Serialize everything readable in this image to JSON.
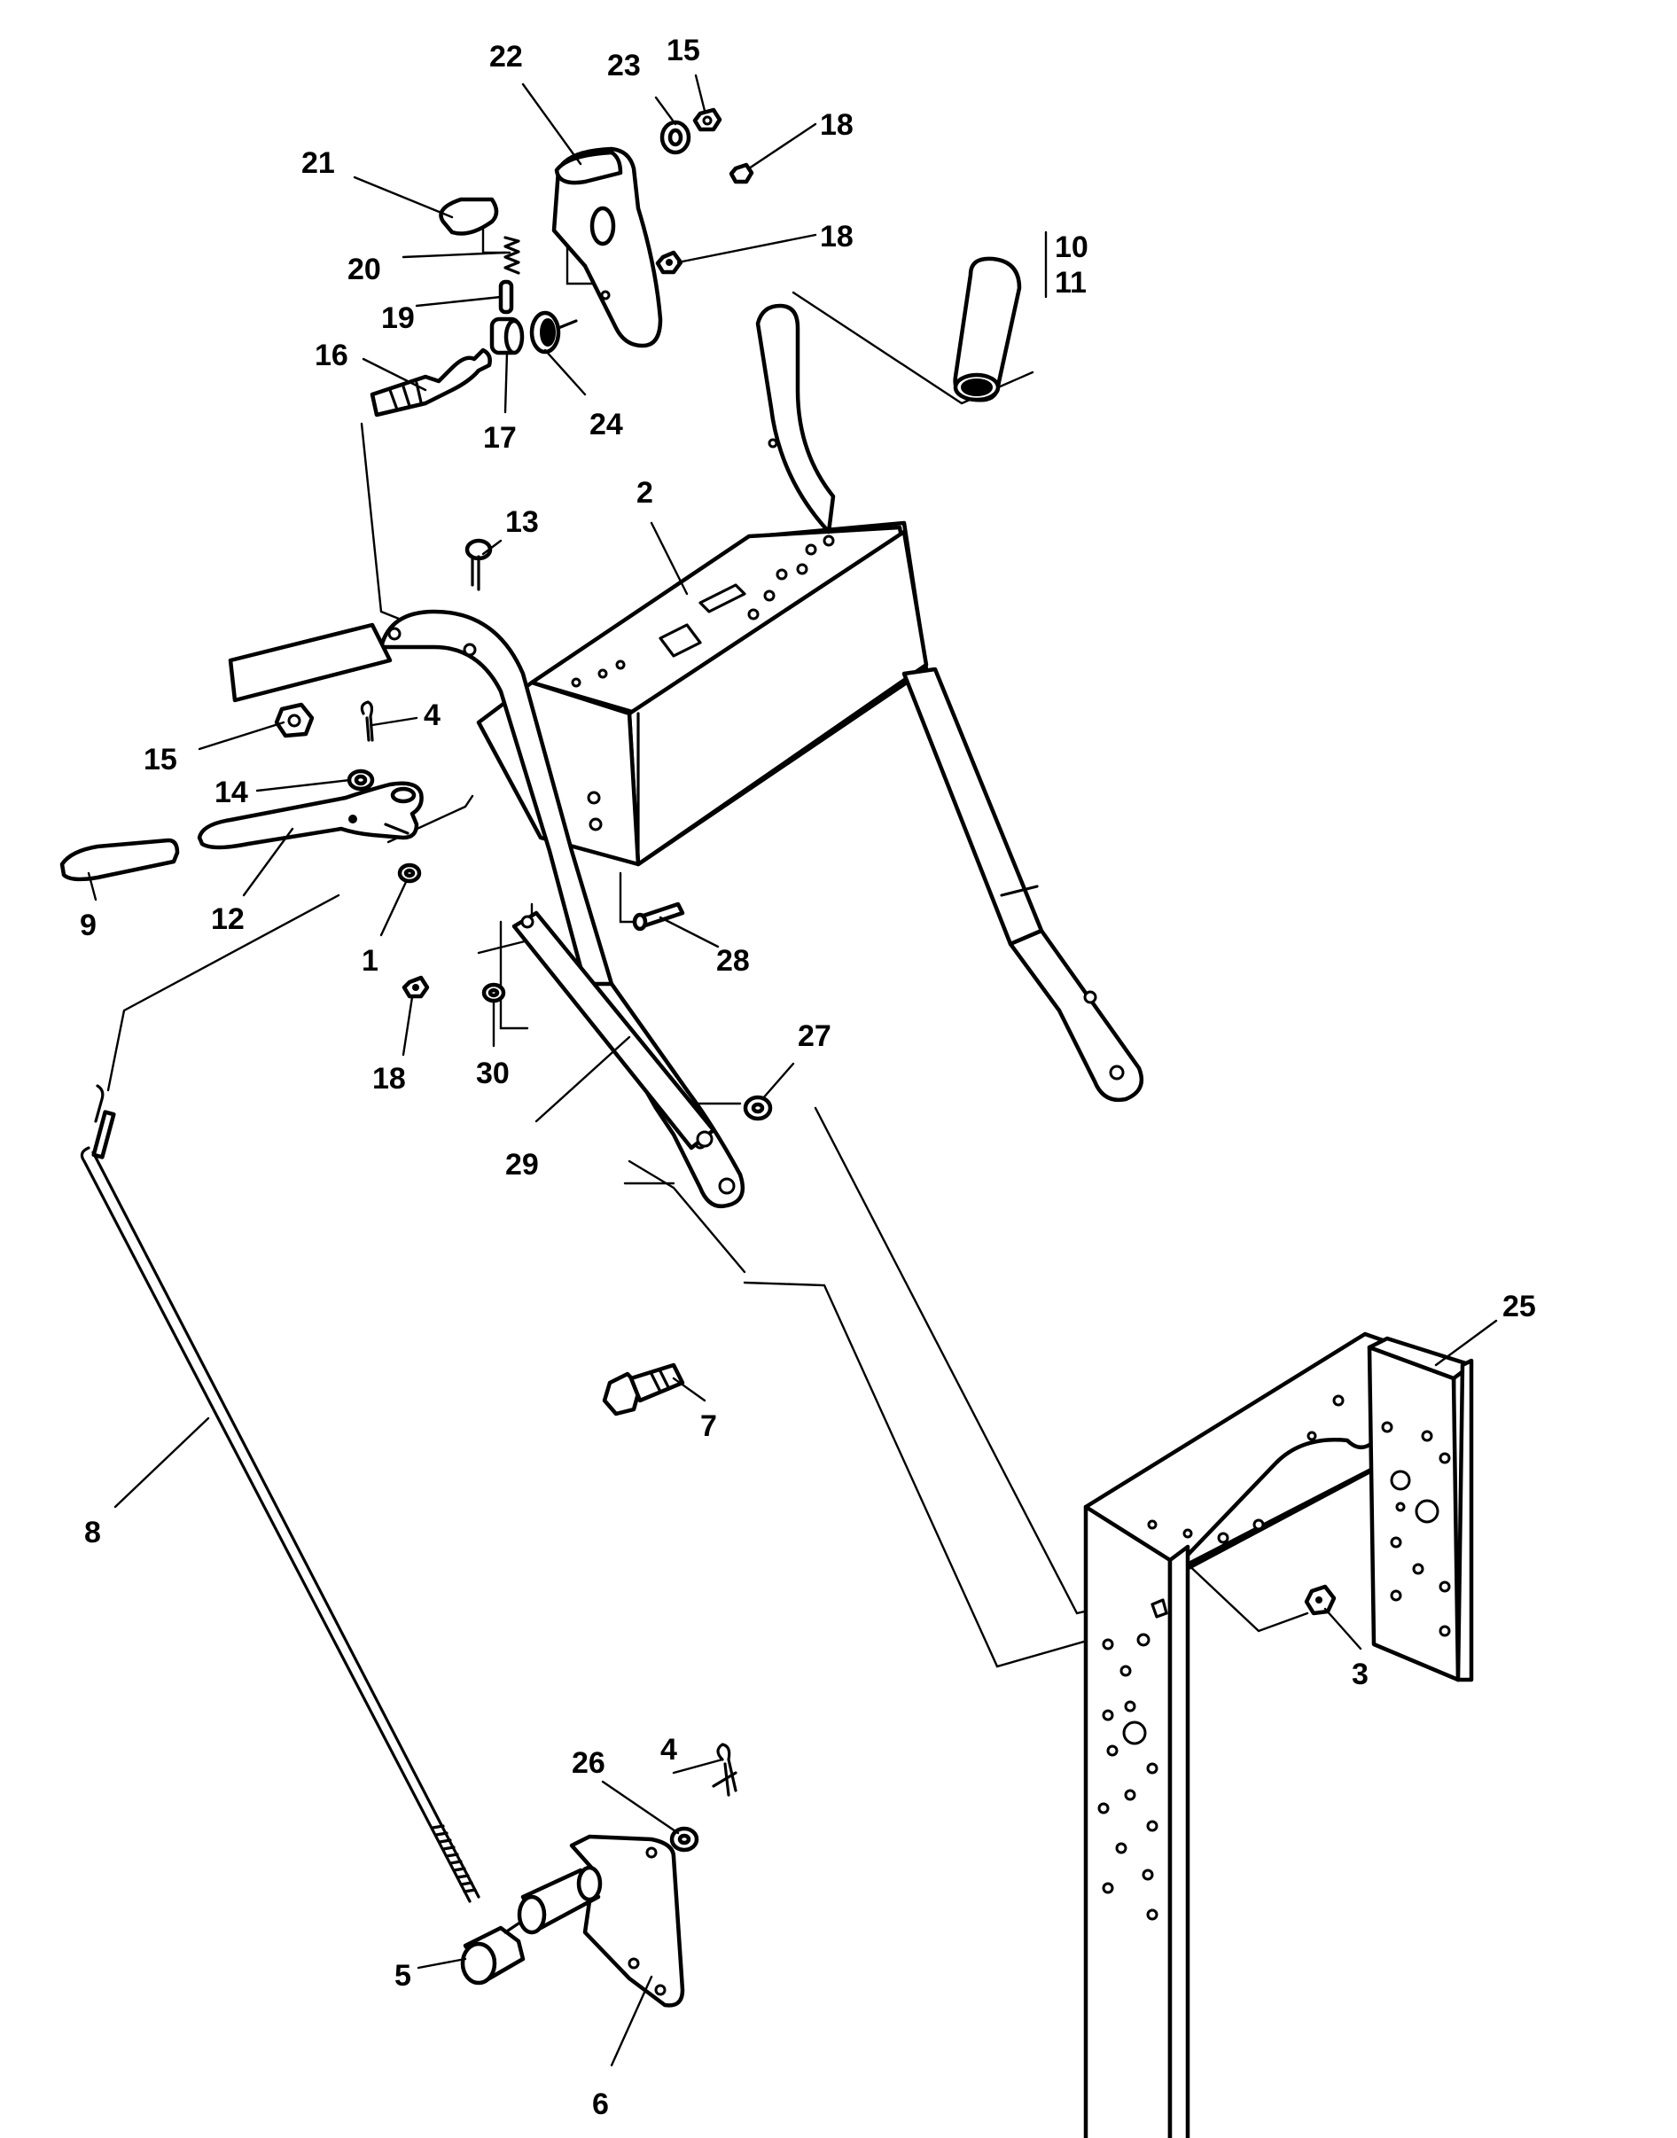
{
  "diagram": {
    "type": "exploded parts diagram",
    "callout_color": "#000000",
    "background_color": "#ffffff",
    "callouts": {
      "c1": "1",
      "c2": "2",
      "c3": "3",
      "c4a": "4",
      "c4b": "4",
      "c5": "5",
      "c6": "6",
      "c7": "7",
      "c8": "8",
      "c9": "9",
      "c10": "10",
      "c11": "11",
      "c12": "12",
      "c13": "13",
      "c14": "14",
      "c15a": "15",
      "c15b": "15",
      "c16": "16",
      "c17": "17",
      "c18a": "18",
      "c18b": "18",
      "c18c": "18",
      "c19": "19",
      "c20": "20",
      "c21": "21",
      "c22": "22",
      "c23": "23",
      "c24": "24",
      "c25": "25",
      "c26": "26",
      "c27": "27",
      "c28": "28",
      "c29": "29",
      "c30": "30"
    }
  }
}
